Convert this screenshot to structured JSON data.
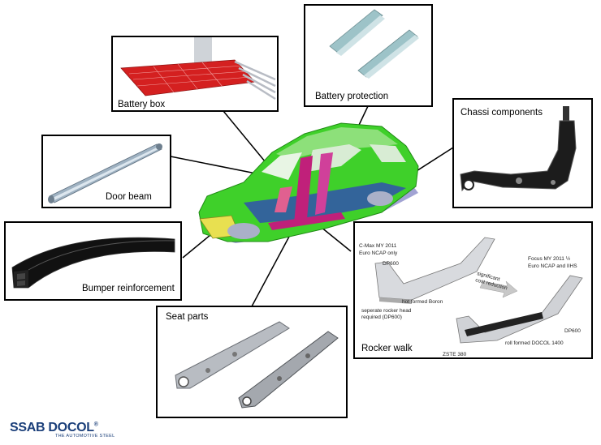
{
  "callouts": {
    "battery_box": "Battery box",
    "battery_protection": "Battery protection",
    "chassi_components": "Chassi components",
    "door_beam": "Door beam",
    "bumper_reinforcement": "Bumper reinforcement",
    "seat_parts": "Seat parts",
    "rocker_walk": "Rocker walk"
  },
  "rocker_diagram": {
    "left_model": "C-Max MY 2011",
    "left_rating": "Euro NCAP only",
    "right_model": "Focus MY 2011 ½",
    "right_rating": "Euro NCAP and IIHS",
    "arrow_text_1": "significant",
    "arrow_text_2": "cost reduction",
    "label_dp600_a": "DP600",
    "label_hot_formed": "hot formed Boron",
    "label_separate_1": "seperate rocker head",
    "label_separate_2": "required (DP600)",
    "label_dp600_b": "DP600",
    "label_zste": "ZSTE 380",
    "label_roll_formed": "roll formed DOCOL 1400"
  },
  "logo": {
    "brand": "SSAB",
    "product": "DOCOL",
    "mark": "®",
    "tagline": "THE AUTOMOTIVE STEEL"
  },
  "colors": {
    "car_body": "#3fd02a",
    "car_pillar": "#c0207a",
    "car_floor": "#3040c0",
    "battery_red": "#d42020",
    "logo_blue": "#1b3f7a"
  }
}
